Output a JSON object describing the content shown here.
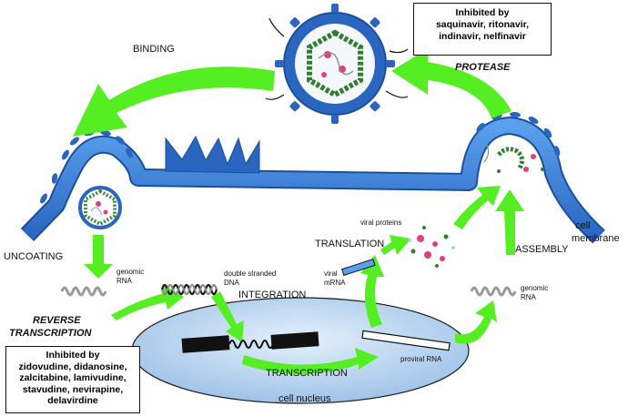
{
  "labels": {
    "binding": "BINDING",
    "protease": "PROTEASE",
    "uncoating": "UNCOATING",
    "reverse_transcription_1": "REVERSE",
    "reverse_transcription_2": "TRANSCRIPTION",
    "integration": "INTEGRATION",
    "transcription": "TRANSCRIPTION",
    "translation": "TRANSLATION",
    "assembly": "ASSEMBLY",
    "cell_membrane_1": "cell",
    "cell_membrane_2": "membrane",
    "cell_nucleus": "cell nucleus",
    "genomic_rna_left_1": "genomic",
    "genomic_rna_left_2": "RNA",
    "dsdna_1": "double stranded",
    "dsdna_2": "DNA",
    "viral_proteins": "viral proteins",
    "viral_mrna_1": "viral",
    "viral_mrna_2": "mRNA",
    "genomic_rna_right_1": "genomic",
    "genomic_rna_right_2": "RNA",
    "proviral_rna": "proviral RNA"
  },
  "protease_inhibitors": {
    "lines": [
      "Inhibited by",
      "saquinavir,  ritonavir,",
      "indinavir,  nelfinavir"
    ]
  },
  "rt_inhibitors": {
    "lines": [
      "Inhibited by",
      "zidovudine,  didanosine,",
      "zalcitabine,  lamivudine,",
      "stavudine,  nevirapine,",
      "delavirdine"
    ]
  },
  "colors": {
    "arrow": "#55ee22",
    "membrane": "#3a7fd8",
    "membrane_dark": "#1a4f9a",
    "nucleus": "#bcd7f2",
    "capsid": "#3a8a3a",
    "protein_pink": "#e0407a"
  }
}
